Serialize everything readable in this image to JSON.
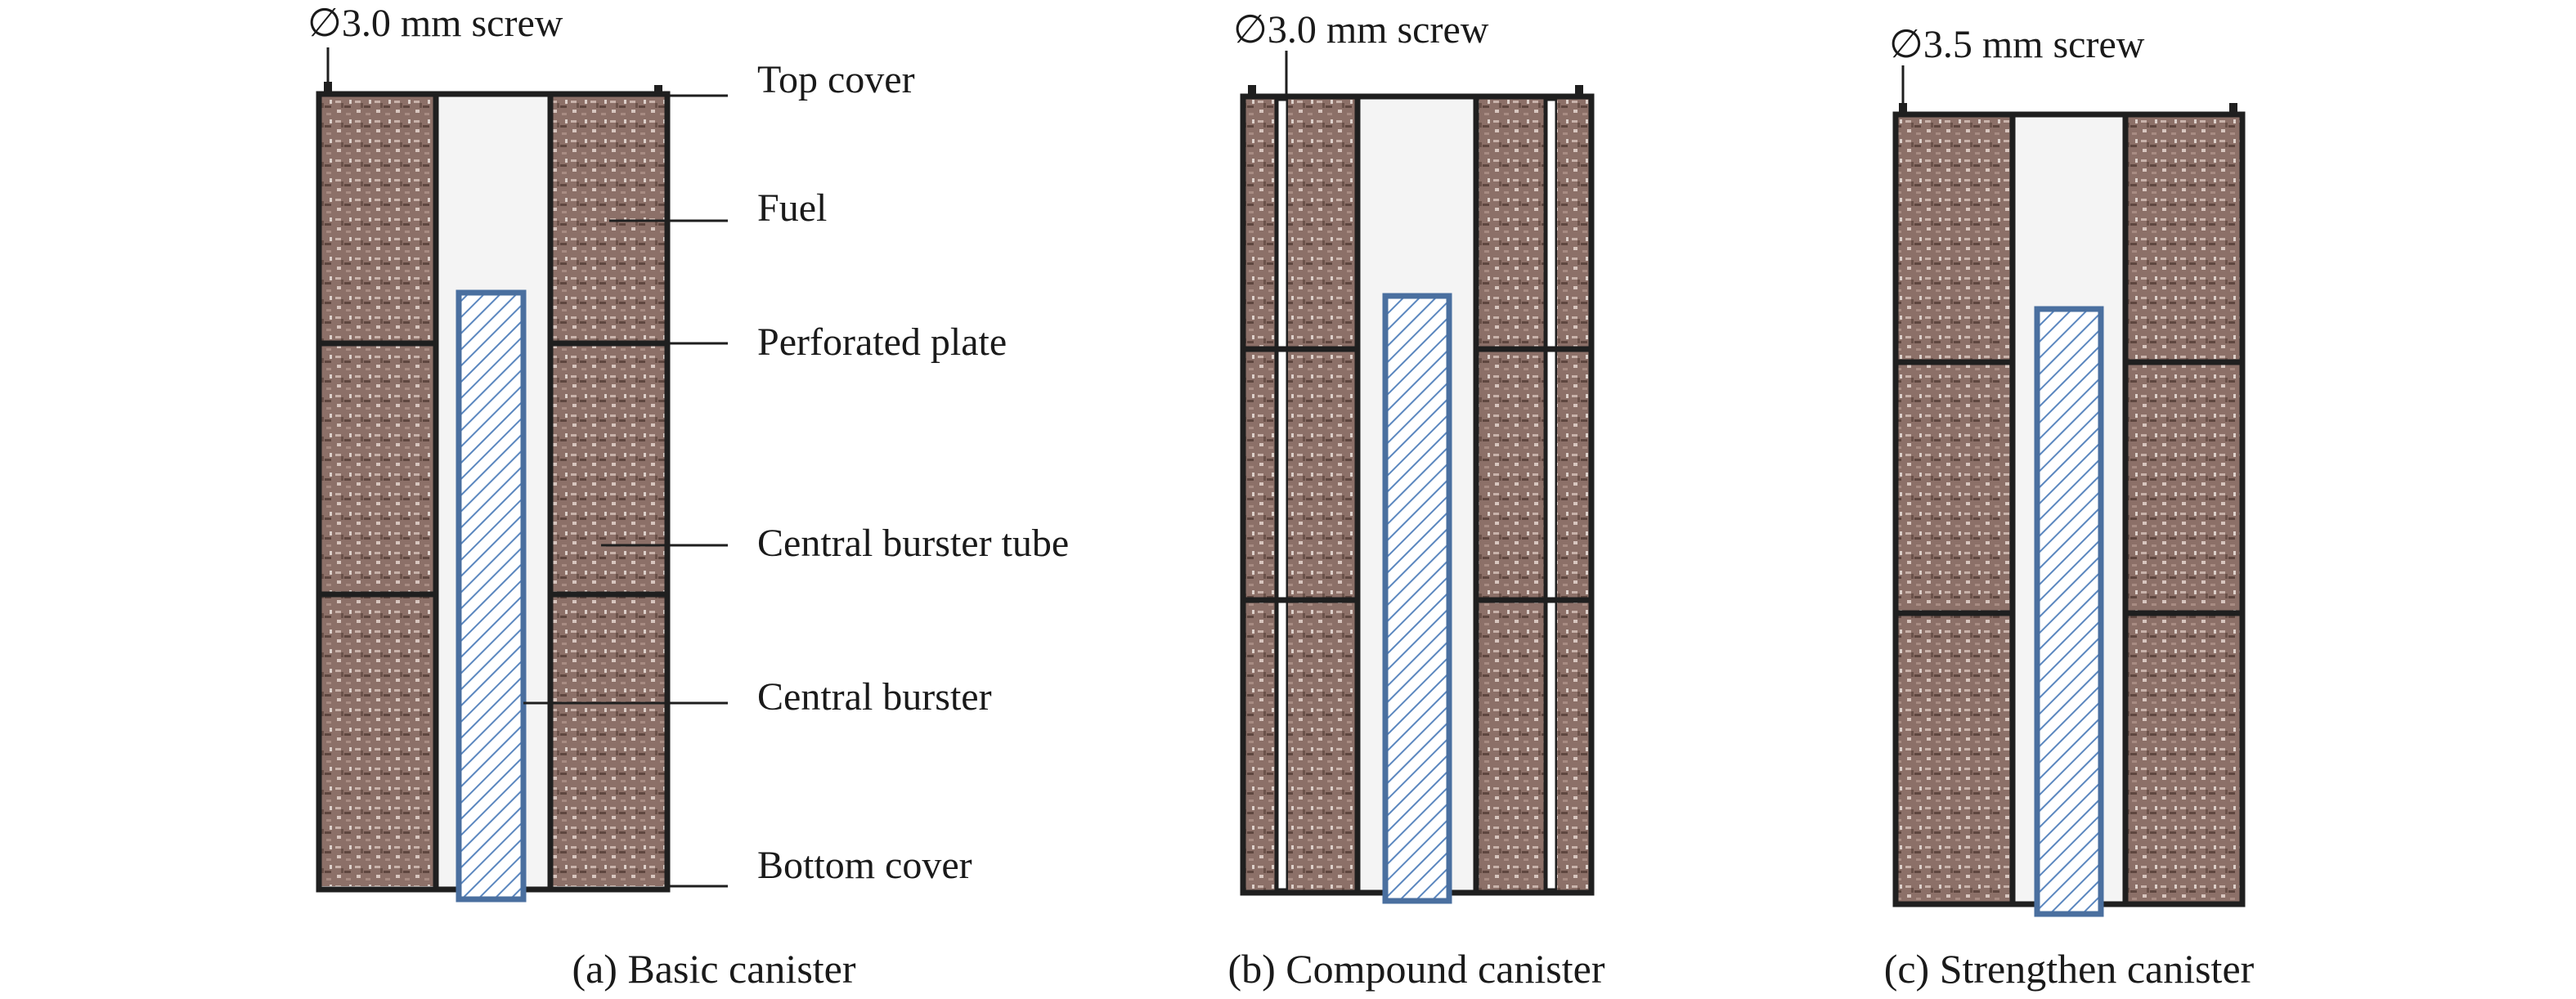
{
  "labels": {
    "screw_a": "∅3.0 mm screw",
    "screw_b": "∅3.0 mm screw",
    "screw_c": "∅3.5 mm screw",
    "top_cover": "Top cover",
    "fuel": "Fuel",
    "perforated_plate": "Perforated plate",
    "central_burster_tube": "Central burster tube",
    "central_burster": "Central burster",
    "bottom_cover": "Bottom cover"
  },
  "captions": {
    "a": "(a) Basic canister",
    "b": "(b) Compound canister",
    "c": "(c) Strengthen canister"
  },
  "colors": {
    "fuel": "#8a6e65",
    "burster_outline": "#4a6f9f",
    "frame": "#1f1f1f"
  }
}
